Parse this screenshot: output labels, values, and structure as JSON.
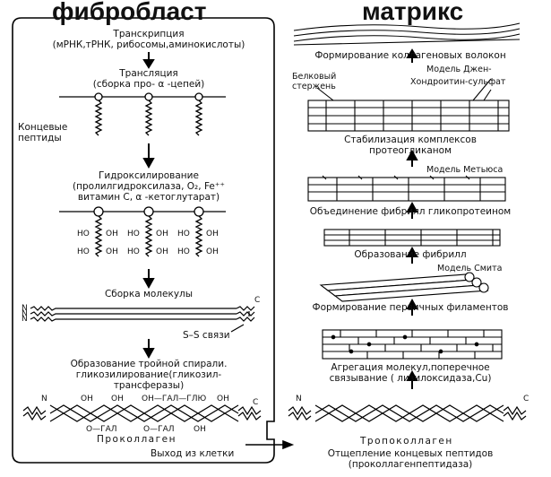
{
  "headers": {
    "fibroblast": "фибробласт",
    "matrix": "матрикс"
  },
  "left": {
    "transcription": {
      "line1": "Транскрипция",
      "line2": "(мРНК,тРНК, рибосомы,аминокислоты)"
    },
    "translation": {
      "line1": "Трансляция",
      "line2": "(сборка про- α -цепей)"
    },
    "end_peptides": {
      "line1": "Концевые",
      "line2": "пептиды"
    },
    "hydroxylation": {
      "line1": "Гидроксилирование",
      "line2": "(пролилгидроксилаза, O₂, Fe⁺⁺",
      "line3": "витамин С, α -кетоглутарат)"
    },
    "oh_labels": [
      "HO",
      "OH",
      "HO",
      "OH",
      "HO",
      "OH",
      "HO",
      "OH",
      "HO",
      "OH",
      "HO",
      "OH"
    ],
    "assembly": "Сборка молекулы",
    "n_label": "N",
    "c_label": "C",
    "ss_bonds": "S–S связи",
    "triple_helix": {
      "line1": "Образование тройной спирали.",
      "line2": "гликозилирование(гликозил-",
      "line3": "трансферазы)"
    },
    "helix_labels": {
      "oh1": "ОН",
      "oh2": "ОН",
      "gal_glu": "ОН—ГАЛ—ГЛЮ",
      "oh3": "ОН",
      "o_gal1": "О—ГАЛ",
      "o_gal2": "О—ГАЛ",
      "oh4": "ОН"
    },
    "procollagen": "Проколлаген",
    "exit": "Выход из клетки"
  },
  "right": {
    "collagen_fibers": "Формирование коллагеновых волокон",
    "protein_core": {
      "line1": "Белковый",
      "line2": "стержень"
    },
    "model_jenkins": "Модель Джен-",
    "chondroitin": "Хондроитин-сульфат",
    "stabilization": {
      "line1": "Стабилизация комплексов",
      "line2": "протеогликаном"
    },
    "model_mathews": "Модель Метьюса",
    "fibril_union": "Объединение фибрилл гликопротеином",
    "fibril_formation": "Образование фибрилл",
    "model_smith": "Модель Смита",
    "filaments": "Формирование первичных филаментов",
    "aggregation": {
      "line1": "Агрегация молекул,поперечное",
      "line2": "связывание ( лизилоксидаза,Cu)"
    },
    "tropocollagen": "Тропоколлаген",
    "cleavage": {
      "line1": "Отщепление концевых пептидов",
      "line2": "(проколлагенпептидаза)"
    }
  }
}
